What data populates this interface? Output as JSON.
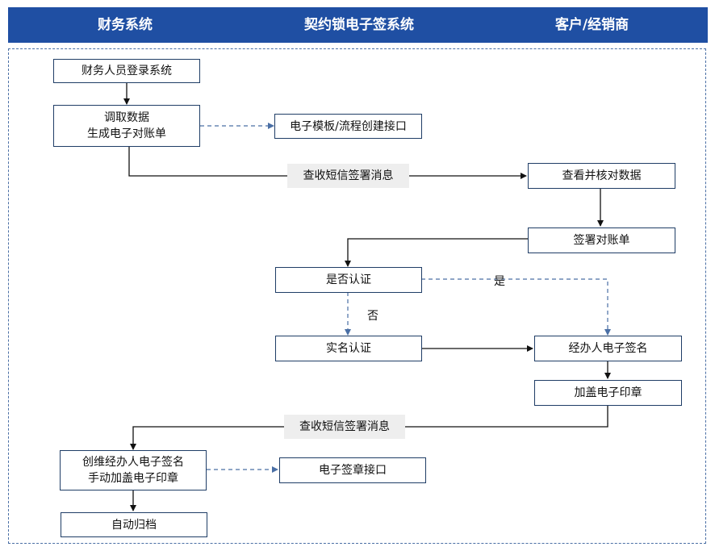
{
  "lanes": [
    "财务系统",
    "契约锁电子签系统",
    "客户/经销商"
  ],
  "nodes": {
    "login": "财务人员登录系统",
    "fetch_line1": "调取数据",
    "fetch_line2": "生成电子对账单",
    "template_api": "电子模板/流程创建接口",
    "check_data": "查看并核对数据",
    "sign_statement": "签署对账单",
    "verified": "是否认证",
    "realname": "实名认证",
    "handler_sign": "经办人电子签名",
    "seal": "加盖电子印章",
    "create_line1": "创维经办人电子签名",
    "create_line2": "手动加盖电子印章",
    "sign_api": "电子签章接口",
    "archive": "自动归档"
  },
  "labels": {
    "sms1": "查收短信签署消息",
    "sms2": "查收短信签署消息",
    "yes": "是",
    "no": "否"
  }
}
